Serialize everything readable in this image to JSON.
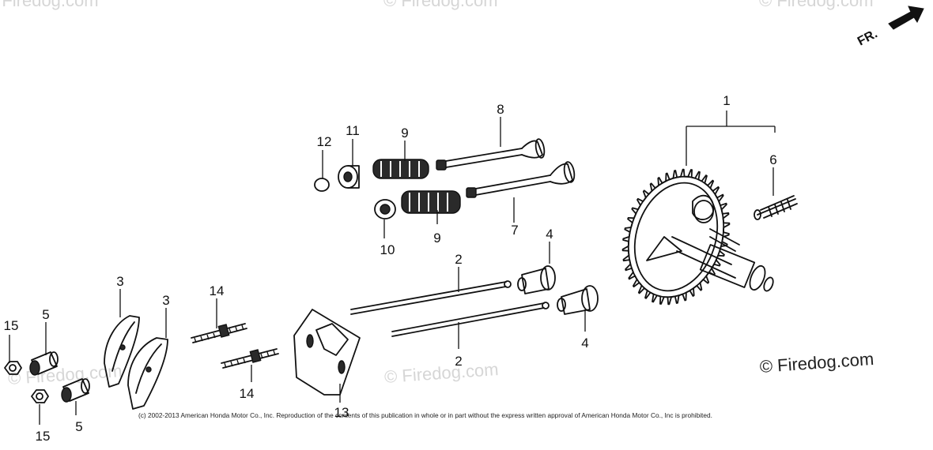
{
  "direction_label": "FR.",
  "watermarks": {
    "main": "© Firedog.com",
    "faint_center": "© Firedog.com",
    "faint_left": "© Firedog.com",
    "faint_top_left": "© Firedog.com",
    "faint_top_center": "© Firedog.com",
    "faint_top_right": "© Firedog.com"
  },
  "copyright": "(c) 2002-2013 American Honda Motor Co., Inc. Reproduction of the contents of this publication in whole or in part without the express written approval of American Honda Motor Co., Inc is prohibited.",
  "callouts": [
    "1",
    "2",
    "2",
    "3",
    "3",
    "4",
    "4",
    "5",
    "5",
    "6",
    "7",
    "8",
    "9",
    "9",
    "10",
    "11",
    "12",
    "13",
    "14",
    "14",
    "15",
    "15"
  ]
}
